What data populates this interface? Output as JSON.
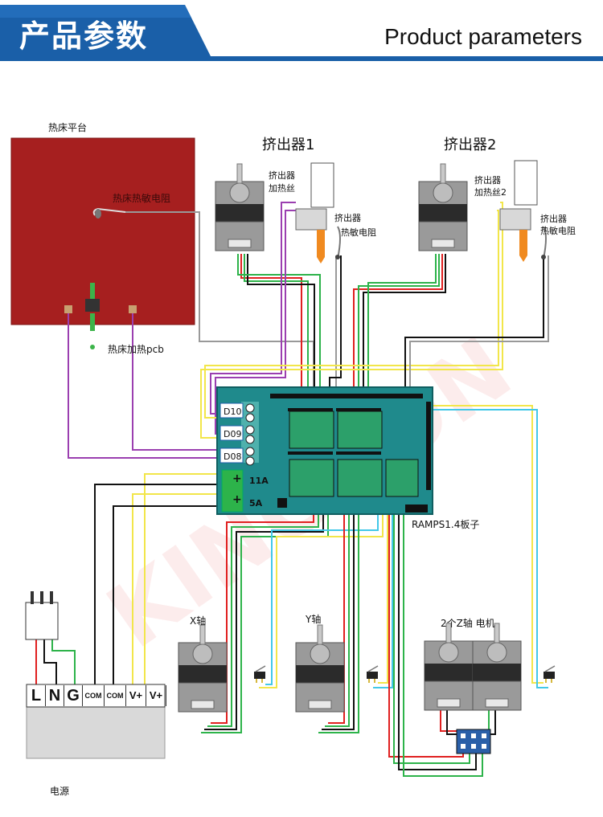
{
  "header": {
    "title_zh": "产品参数",
    "title_en": "Product parameters"
  },
  "colors": {
    "header_blue": "#1a5fa8",
    "bed_red": "#a61f1f",
    "board_teal": "#1f8a8c",
    "wire_red": "#e02020",
    "wire_green": "#2db34a",
    "wire_black": "#111111",
    "wire_purple": "#9b3fb0",
    "wire_yellow": "#f2e64a",
    "wire_cyan": "#42c8e8",
    "wire_gray": "#999999"
  },
  "labels": {
    "heatbed": "热床平台",
    "heatbed_thermistor": "热床热敏电阻",
    "heatbed_heater": "热床加热pcb",
    "extruder1": "挤出器1",
    "extruder2": "挤出器2",
    "ex1_heater_a": "挤出器",
    "ex1_heater_b": "加热丝",
    "ex1_therm_a": "挤出器",
    "ex1_therm_b": "热敏电阻",
    "ex2_heater_a": "挤出器",
    "ex2_heater_b": "加热丝2",
    "ex2_therm_a": "挤出器",
    "ex2_therm_b": "热敏电阻",
    "board": "RAMPS1.4板子",
    "x_axis": "X轴",
    "y_axis": "Y轴",
    "z_axis": "2个Z轴  电机",
    "power": "电源"
  },
  "board_pins": {
    "d10": "D10",
    "d09": "D09",
    "d08": "D08",
    "a11": "11A",
    "a5": "5A"
  },
  "psu_terminals": [
    "L",
    "N",
    "G",
    "COM",
    "COM",
    "V+",
    "V+"
  ],
  "watermark": "KINGRON"
}
